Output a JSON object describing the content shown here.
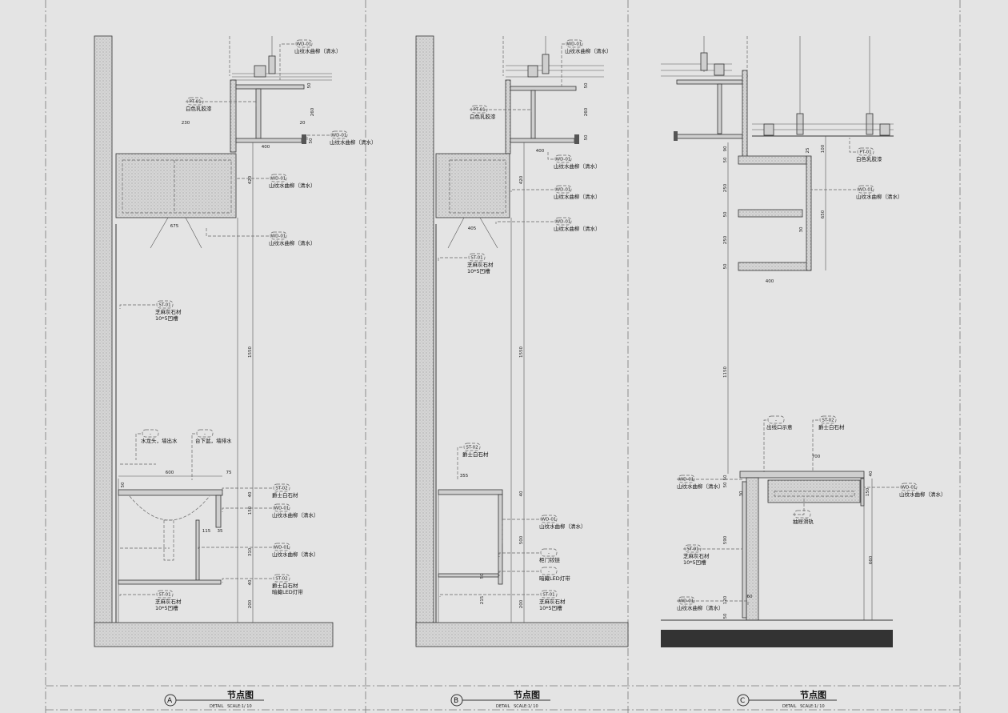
{
  "panels": [
    {
      "id": "A",
      "title": "节点图",
      "subtitle": "DETAIL   SCALE:1/ 10",
      "labels": [
        {
          "tag": "WD-01",
          "text": "山纹水曲柳（清水）"
        },
        {
          "tag": "PT-01",
          "text": "白色乳胶漆"
        },
        {
          "tag": "WD-01",
          "text": "山纹水曲柳（清水）"
        },
        {
          "tag": "WD-01",
          "text": "山纹水曲柳（清水）"
        },
        {
          "tag": "WD-01",
          "text": "山纹水曲柳（清水）"
        },
        {
          "tag": "ST-01",
          "text": "芝麻灰石材",
          "text2": "10*5凹槽"
        },
        {
          "tag": "-",
          "text": "水龙头，墙出水"
        },
        {
          "tag": "-",
          "text": "台下盆，墙排水"
        },
        {
          "tag": "ST-02",
          "text": "爵士白石材"
        },
        {
          "tag": "WD-01",
          "text": "山纹水曲柳（清水）"
        },
        {
          "tag": "WD-01",
          "text": "山纹水曲柳（清水）"
        },
        {
          "tag": "ST-02",
          "text": "爵士白石材",
          "text2": "暗藏LED灯带"
        },
        {
          "tag": "ST-01",
          "text": "芝麻灰石材",
          "text2": "10*5凹槽"
        }
      ],
      "dims": [
        "50",
        "260",
        "230",
        "20",
        "50",
        "400",
        "420",
        "675",
        "1550",
        "600",
        "75",
        "50",
        "40",
        "150",
        "115",
        "35",
        "310",
        "40",
        "200"
      ]
    },
    {
      "id": "B",
      "title": "节点图",
      "subtitle": "DETAIL   SCALE:1/ 10",
      "labels": [
        {
          "tag": "WD-01",
          "text": "山纹水曲柳（清水）"
        },
        {
          "tag": "PT-01",
          "text": "白色乳胶漆"
        },
        {
          "tag": "WD-01",
          "text": "山纹水曲柳（清水）"
        },
        {
          "tag": "WD-01",
          "text": "山纹水曲柳（清水）"
        },
        {
          "tag": "WD-01",
          "text": "山纹水曲柳（清水）"
        },
        {
          "tag": "ST-01",
          "text": "芝麻灰石材",
          "text2": "10*5凹槽"
        },
        {
          "tag": "ST-02",
          "text": "爵士白石材"
        },
        {
          "tag": "WD-01",
          "text": "山纹水曲柳（清水）"
        },
        {
          "tag": "-",
          "text": "柜门铰链"
        },
        {
          "tag": "-",
          "text": "暗藏LED灯带"
        },
        {
          "tag": "ST-01",
          "text": "芝麻灰石材",
          "text2": "10*5凹槽"
        }
      ],
      "dims": [
        "50",
        "260",
        "50",
        "400",
        "420",
        "405",
        "1550",
        "355",
        "40",
        "500",
        "50",
        "215",
        "200"
      ]
    },
    {
      "id": "C",
      "title": "节点图",
      "subtitle": "DETAIL   SCALE:1/ 10",
      "labels": [
        {
          "tag": "PT-01",
          "text": "白色乳胶漆"
        },
        {
          "tag": "WD-01",
          "text": "山纹水曲柳（清水）"
        },
        {
          "tag": "-",
          "text": "出线口示意"
        },
        {
          "tag": "ST-02",
          "text": "爵士白石材"
        },
        {
          "tag": "WD-01",
          "text": "山纹水曲柳（清水）"
        },
        {
          "tag": "WD-01",
          "text": "山纹水曲柳（清水）"
        },
        {
          "tag": "-",
          "text": "抽屉滑轨"
        },
        {
          "tag": "ST-01",
          "text": "芝麻灰石材",
          "text2": "10*5凹槽"
        },
        {
          "tag": "WD-01",
          "text": "山纹水曲柳（清水）"
        }
      ],
      "dims": [
        "90",
        "50",
        "250",
        "50",
        "250",
        "50",
        "400",
        "100",
        "650",
        "25",
        "30",
        "1150",
        "700",
        "40",
        "150",
        "50",
        "50",
        "30",
        "590",
        "660",
        "60",
        "120",
        "50"
      ]
    }
  ]
}
